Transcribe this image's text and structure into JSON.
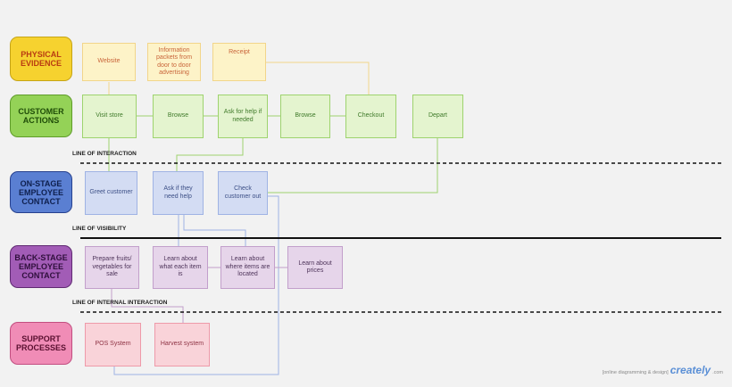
{
  "lanes": {
    "physical": "PHYSICAL EVIDENCE",
    "customer": "CUSTOMER ACTIONS",
    "onstage": "ON-STAGE EMPLOYEE CONTACT",
    "backstage": "BACK-STAGE EMPLOYEE CONTACT",
    "support": "SUPPORT PROCESSES"
  },
  "physical": {
    "website": "Website",
    "info": "Information packets from door to door advertising",
    "receipt": "Receipt"
  },
  "customer": {
    "visit": "Visit store",
    "browse1": "Browse",
    "askhelp": "Ask for help if needed",
    "browse2": "Browse",
    "checkout": "Checkout",
    "depart": "Depart"
  },
  "onstage": {
    "greet": "Greet customer",
    "askneed": "Ask if they need help",
    "checkcust": "Check customer out"
  },
  "backstage": {
    "prepare": "Prepare fruits/ vegetables for sale",
    "learnwhat": "Learn about what each item is",
    "learnwhere": "Learn about where items are located",
    "learnprices": "Learn about prices"
  },
  "support": {
    "pos": "POS System",
    "harvest": "Harvest system"
  },
  "lines": {
    "interaction": "LINE OF INTERACTION",
    "visibility": "LINE OF VISIBILITY",
    "internal": "LINE OF INTERNAL INTERACTION"
  },
  "brand": {
    "tagline": "[online diagramming & design]",
    "logo": "creately",
    "domain": ".com"
  },
  "colors": {
    "yellow_lane": "#f6d22f",
    "green_lane": "#94d257",
    "blue_lane": "#5a7fd2",
    "purple_lane": "#a25cb6",
    "pink_lane": "#f08cb6"
  }
}
